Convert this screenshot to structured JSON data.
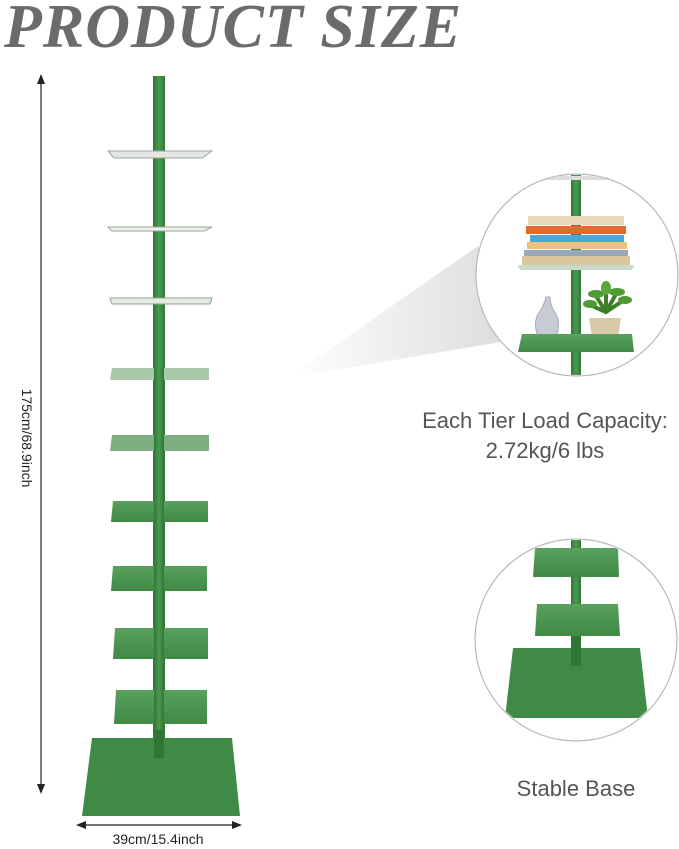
{
  "title": "PRODUCT SIZE",
  "height_dimension": "175cm/68.9inch",
  "width_dimension": "39cm/15.4inch",
  "load_capacity": {
    "line1": "Each Tier Load Capacity:",
    "line2": "2.72kg/6 lbs"
  },
  "base_caption": "Stable Base",
  "colors": {
    "shelf_green": "#3f8a45",
    "shelf_green_light": "#5aa05e",
    "title_gray": "#6b6b6b",
    "text_gray": "#555555"
  }
}
